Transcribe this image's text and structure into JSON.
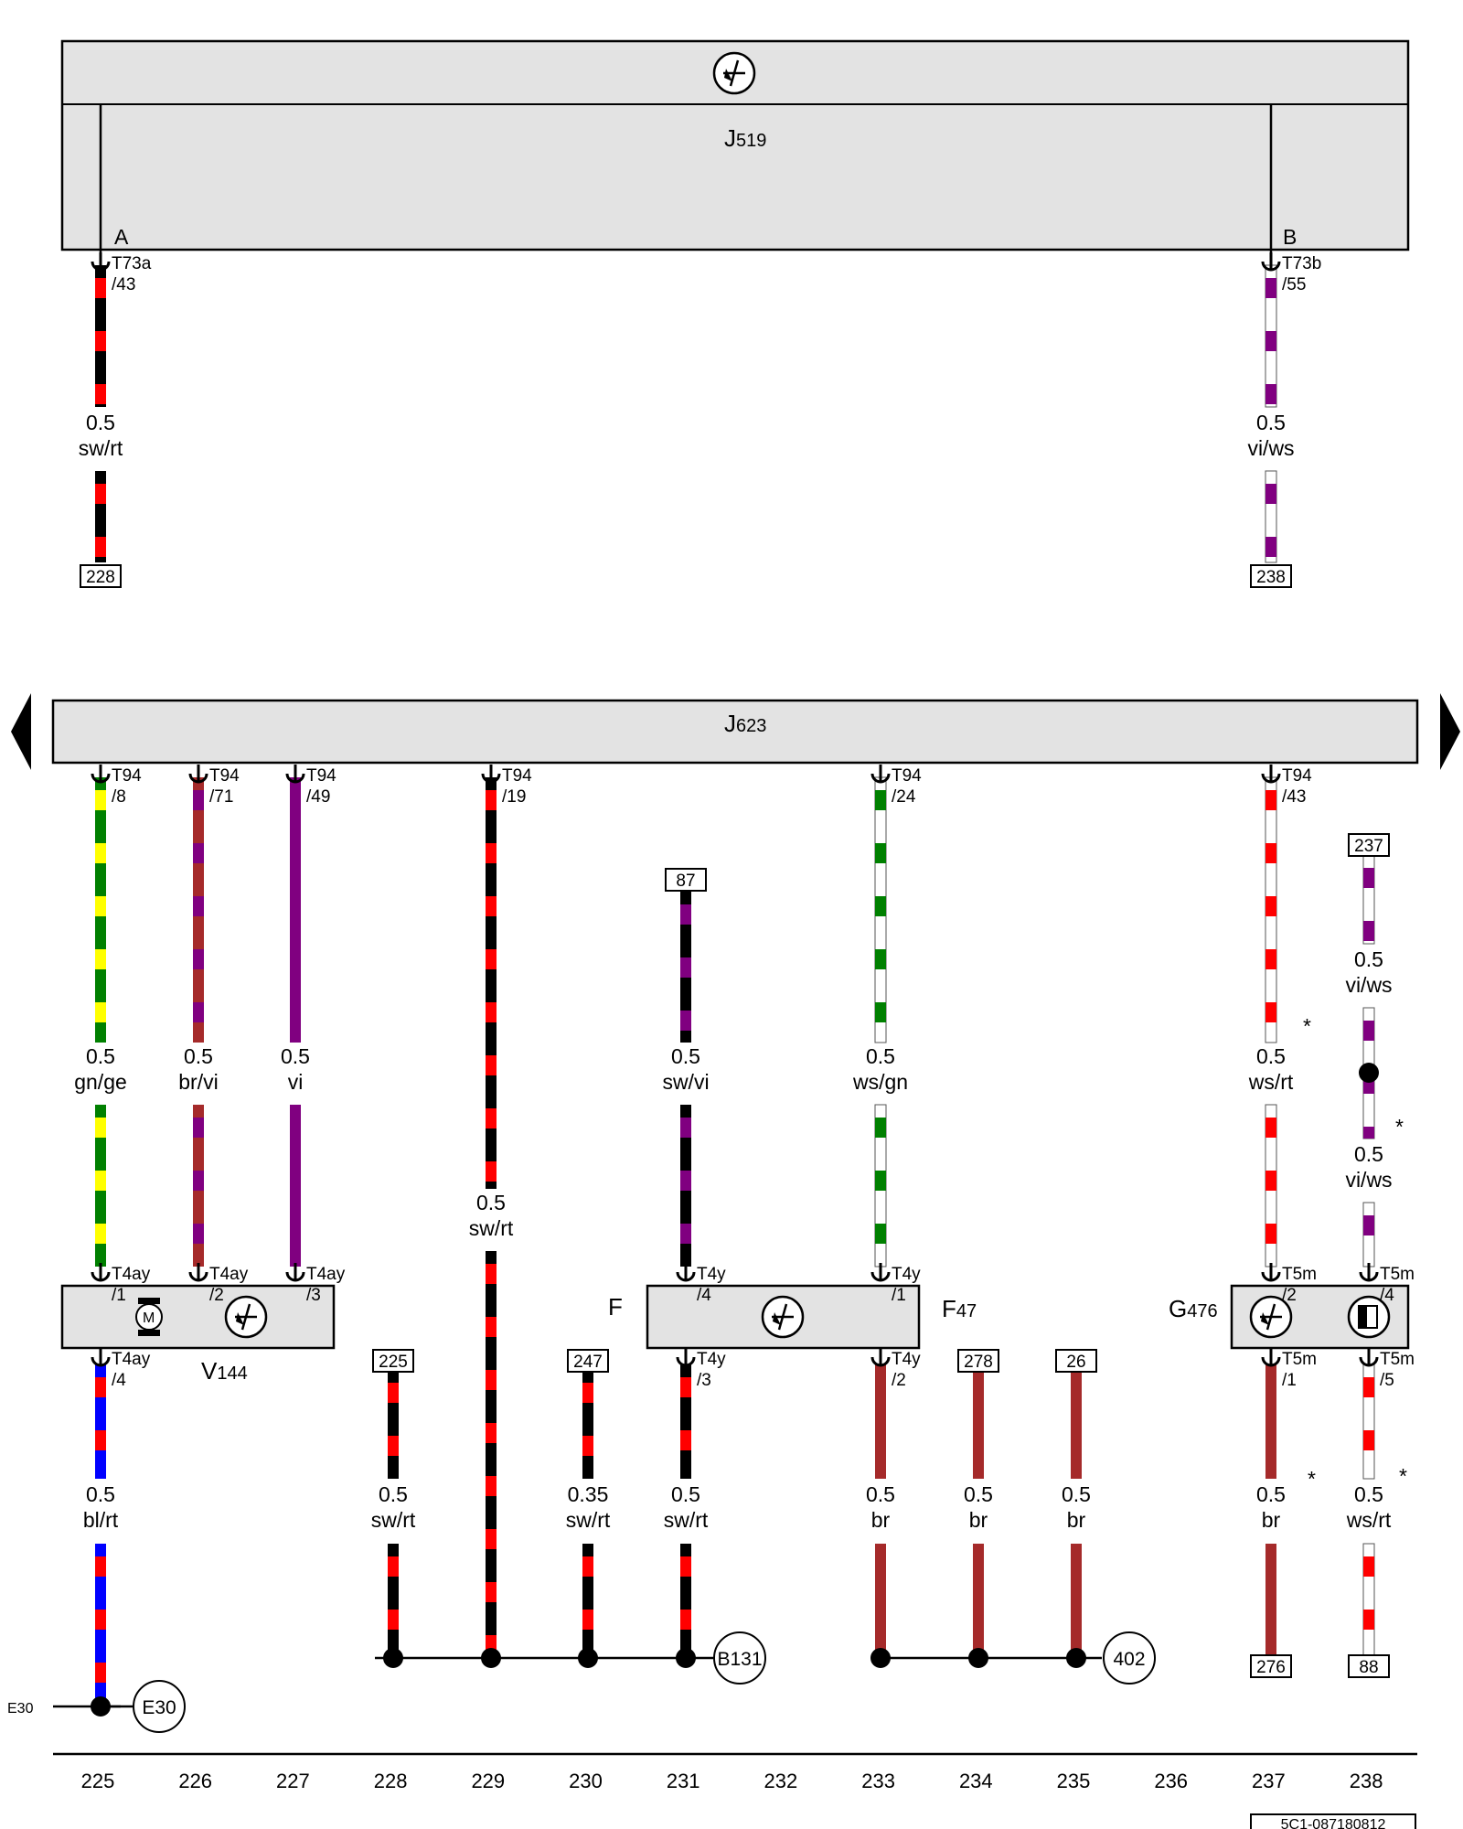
{
  "modules": {
    "j519": {
      "name": "J",
      "sub": "519",
      "point_a": "A",
      "point_b": "B"
    },
    "j623": {
      "name": "J",
      "sub": "623"
    }
  },
  "components": {
    "v144": {
      "name": "V",
      "sub": "144",
      "motor_letter": "M"
    },
    "f": {
      "name": "F"
    },
    "f47": {
      "name": "F",
      "sub": "47"
    },
    "g476": {
      "name": "G",
      "sub": "476"
    }
  },
  "wire_colors": {
    "sw": "#000000",
    "rt": "#ff0000",
    "gn": "#008000",
    "ge": "#ffff00",
    "br": "#a52a2a",
    "vi": "#800080",
    "ws": "#ffffff",
    "bl": "#0000ff"
  },
  "wires": [
    {
      "id": "a-up",
      "label_size": "0.5",
      "label_color": "sw/rt",
      "pin1": "T73a",
      "pin2": "/43"
    },
    {
      "id": "b-up",
      "label_size": "0.5",
      "label_color": "vi/ws",
      "pin1": "T73b",
      "pin2": "/55"
    },
    {
      "id": "c225u",
      "label_size": "0.5",
      "label_color": "gn/ge",
      "pin1": "T94",
      "pin2": "/8",
      "pin3": "T4ay",
      "pin4": "/1"
    },
    {
      "id": "c226u",
      "label_size": "0.5",
      "label_color": "br/vi",
      "pin1": "T94",
      "pin2": "/71",
      "pin3": "T4ay",
      "pin4": "/2"
    },
    {
      "id": "c227u",
      "label_size": "0.5",
      "label_color": "vi",
      "pin1": "T94",
      "pin2": "/49",
      "pin3": "T4ay",
      "pin4": "/3"
    },
    {
      "id": "c229",
      "label_size": "0.5",
      "label_color": "sw/rt",
      "pin1": "T94",
      "pin2": "/19"
    },
    {
      "id": "c231u",
      "label_size": "0.5",
      "label_color": "sw/vi",
      "pin3": "T4y",
      "pin4": "/4"
    },
    {
      "id": "c233u",
      "label_size": "0.5",
      "label_color": "ws/gn",
      "pin1": "T94",
      "pin2": "/24",
      "pin3": "T4y",
      "pin4": "/1"
    },
    {
      "id": "c237u",
      "label_size": "0.5",
      "label_color": "ws/rt",
      "pin1": "T94",
      "pin2": "/43",
      "pin3": "T5m",
      "pin4": "/2"
    },
    {
      "id": "c238a",
      "label_size": "0.5",
      "label_color": "vi/ws"
    },
    {
      "id": "c238b",
      "label_size": "0.5",
      "label_color": "vi/ws",
      "pin3": "T5m",
      "pin4": "/4"
    },
    {
      "id": "c225d",
      "label_size": "0.5",
      "label_color": "bl/rt",
      "pin1": "T4ay",
      "pin2": "/4"
    },
    {
      "id": "c228d",
      "label_size": "0.5",
      "label_color": "sw/rt"
    },
    {
      "id": "c230d",
      "label_size": "0.35",
      "label_color": "sw/rt"
    },
    {
      "id": "c231d",
      "label_size": "0.5",
      "label_color": "sw/rt",
      "pin1": "T4y",
      "pin2": "/3"
    },
    {
      "id": "c233d",
      "label_size": "0.5",
      "label_color": "br",
      "pin1": "T4y",
      "pin2": "/2"
    },
    {
      "id": "c234d",
      "label_size": "0.5",
      "label_color": "br"
    },
    {
      "id": "c235d",
      "label_size": "0.5",
      "label_color": "br"
    },
    {
      "id": "c237d",
      "label_size": "0.5",
      "label_color": "br",
      "pin1": "T5m",
      "pin2": "/1"
    },
    {
      "id": "c238d",
      "label_size": "0.5",
      "label_color": "ws/rt",
      "pin1": "T5m",
      "pin2": "/5"
    }
  ],
  "references": [
    "228",
    "238",
    "87",
    "237",
    "225",
    "247",
    "278",
    "26",
    "276",
    "88"
  ],
  "grounds": {
    "b131": "B131",
    "g402": "402",
    "e30": "E30",
    "e30_side": "E30"
  },
  "asterisk": "*",
  "columns": [
    "225",
    "226",
    "227",
    "228",
    "229",
    "230",
    "231",
    "232",
    "233",
    "234",
    "235",
    "236",
    "237",
    "238"
  ],
  "footer_code": "5C1-087180812"
}
